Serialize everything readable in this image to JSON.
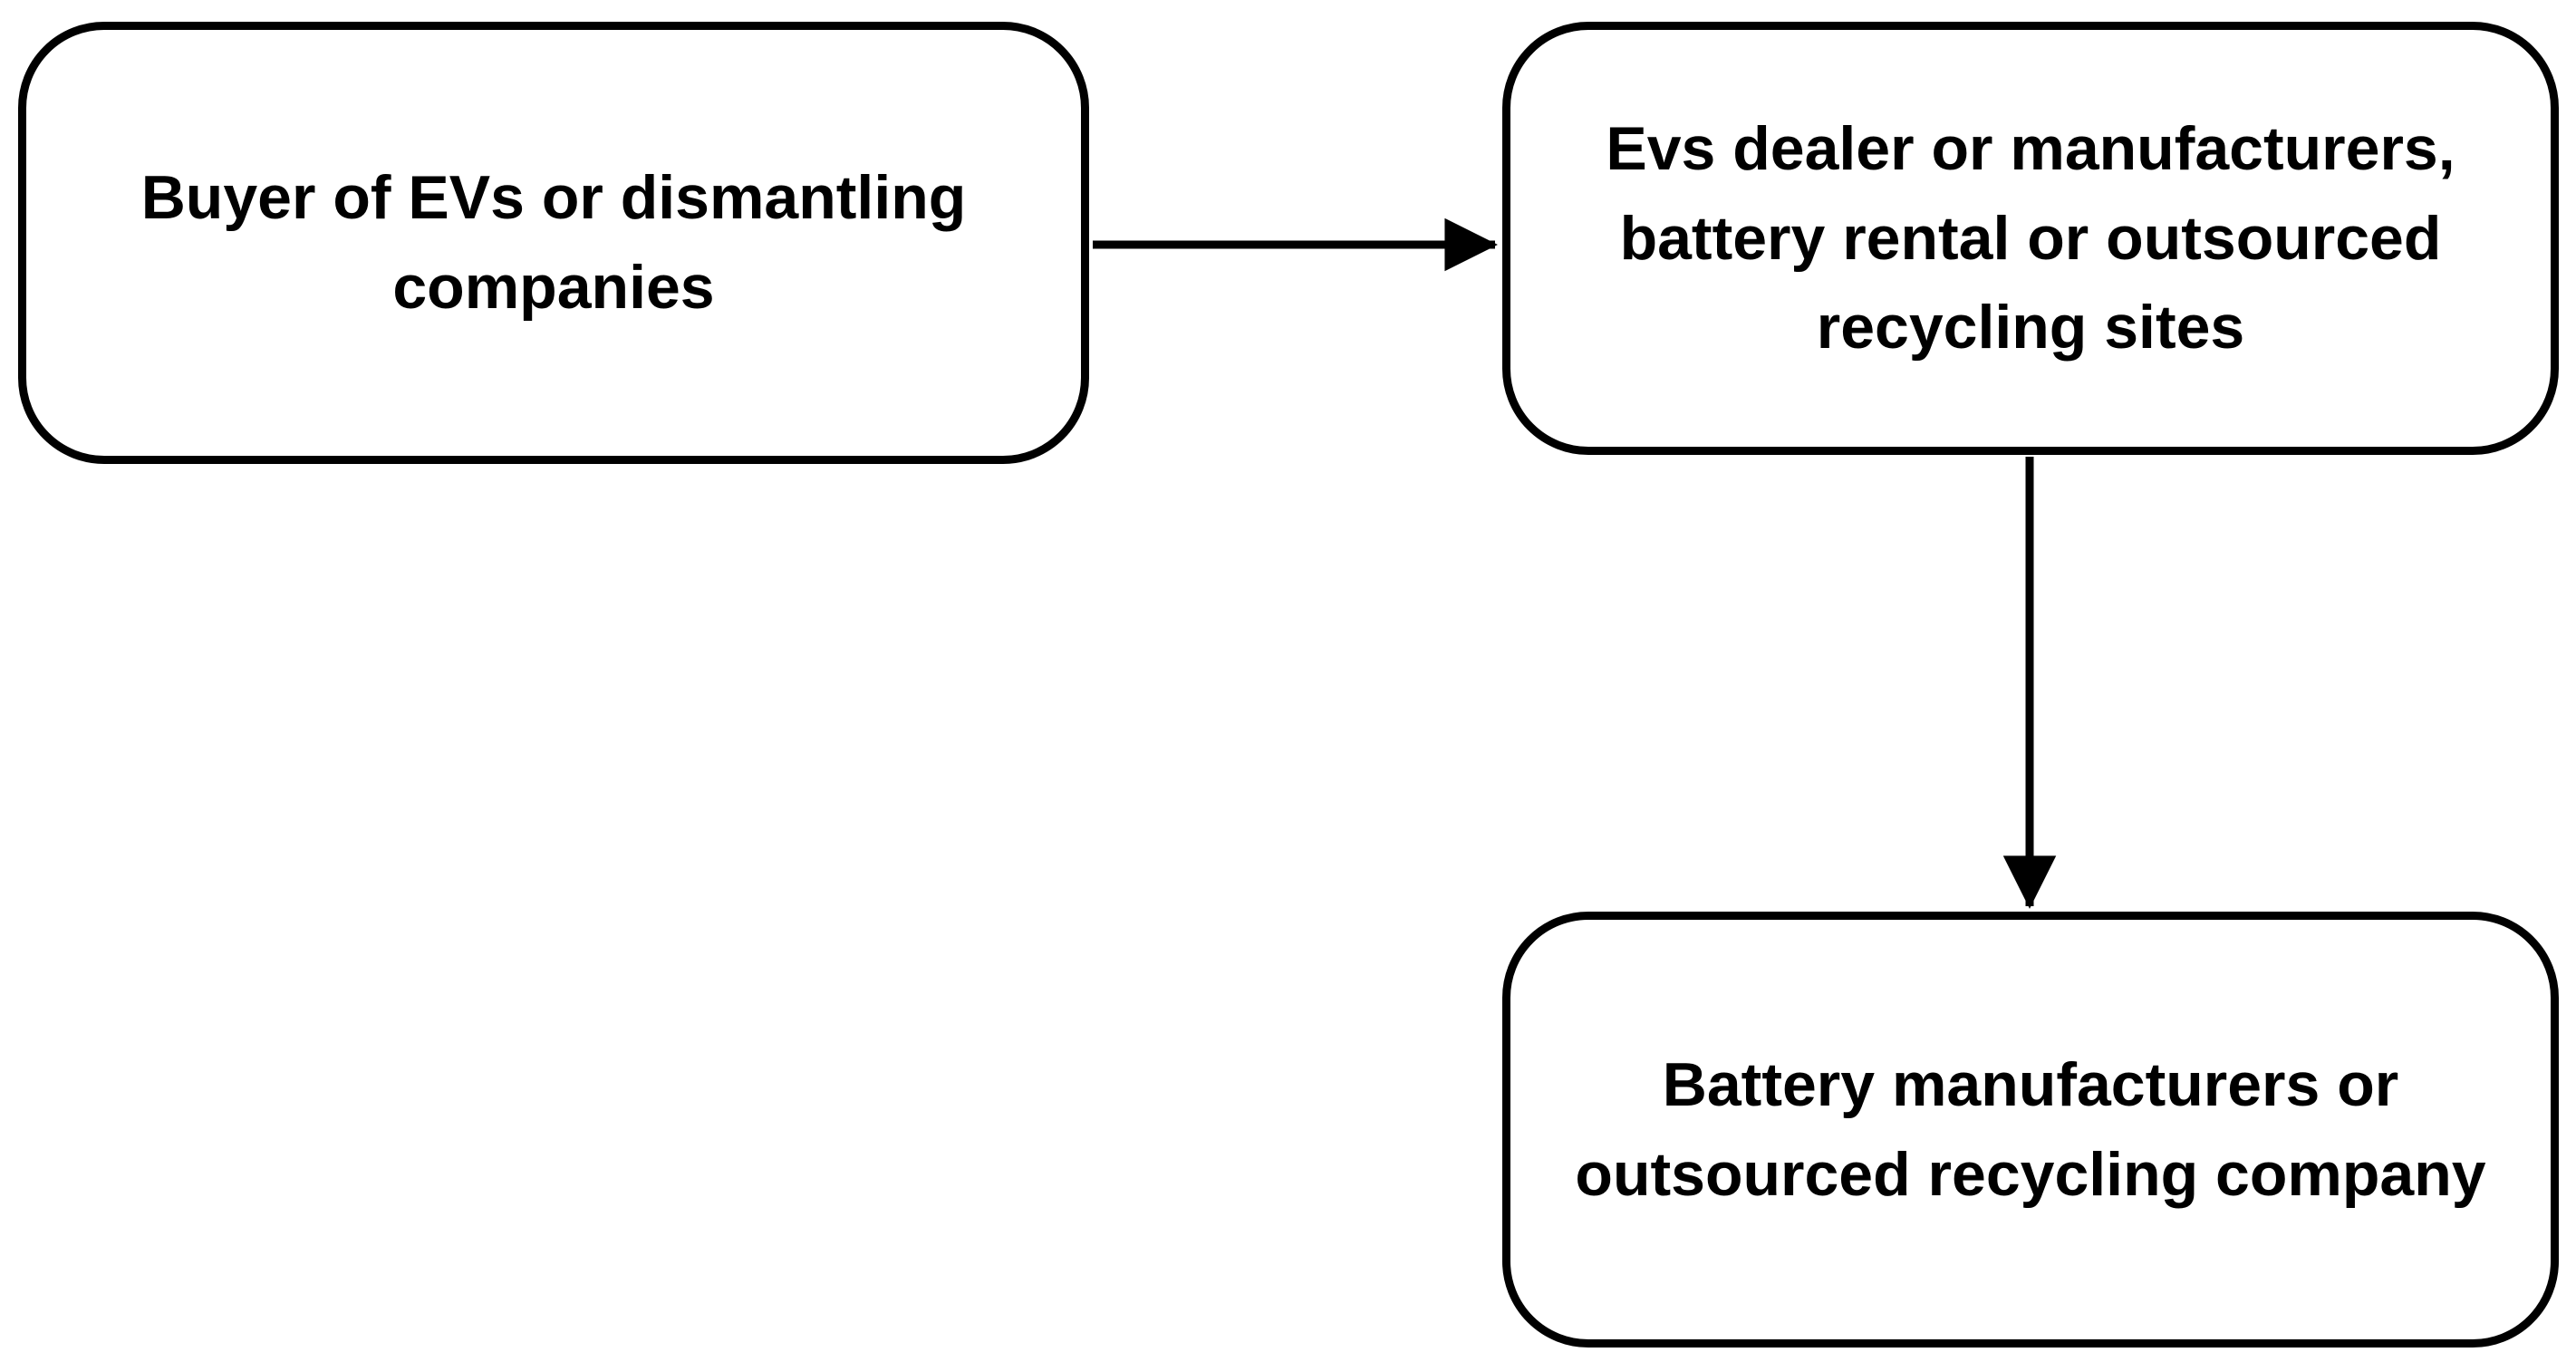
{
  "diagram": {
    "type": "flowchart",
    "nodes": [
      {
        "id": "buyer",
        "label": "Buyer of EVs or dismantling\ncompanies"
      },
      {
        "id": "dealer",
        "label": "Evs dealer or manufacturers,\nbattery rental or outsourced\nrecycling sites"
      },
      {
        "id": "recycler",
        "label": "Battery manufacturers or\noutsourced recycling company"
      }
    ],
    "edges": [
      {
        "from": "buyer",
        "to": "dealer",
        "direction": "right"
      },
      {
        "from": "dealer",
        "to": "recycler",
        "direction": "down"
      }
    ],
    "colors": {
      "background": "#ffffff",
      "node_fill": "#ffffff",
      "node_border": "#000000",
      "text": "#000000",
      "arrow": "#000000"
    }
  }
}
